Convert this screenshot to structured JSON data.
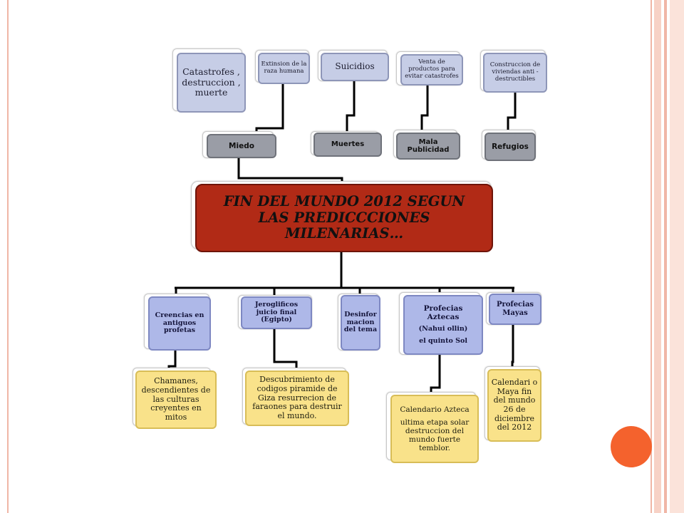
{
  "central": {
    "title": "FIN DEL MUNDO 2012 SEGUN LAS PREDICCCIONES MILENARIAS…"
  },
  "top": {
    "catastrofes": "Catastrofes , destruccion , muerte",
    "extincion": "Extinsion de la raza humana",
    "suicidios": "Suicidios",
    "venta": "Venta de productos para evitar catastrofes",
    "construccion": "Construccion de viviendas anti - destructibles",
    "miedo": "Miedo",
    "muertes": "Muertes",
    "mala_publicidad": "Mala Publicidad",
    "refugios": "Refugios"
  },
  "bottom": {
    "creencias": "Creencias en antiguos profetas",
    "jeroglificos": "Jeroglificos juicio final (Egipto)",
    "desinformacion": "Desinfor macion del tema",
    "aztecas_line1": "Profecias Aztecas",
    "aztecas_line2": "(Nahui ollin)",
    "aztecas_line3": "el quinto Sol",
    "mayas": "Profecias Mayas",
    "chamanes": "Chamanes, descendientes de las culturas creyentes en mitos",
    "codigos": "Descubrimiento de codigos piramide de Giza resurrecion de faraones para destruir el mundo.",
    "calendario_azteca_title": "Calendario Azteca",
    "calendario_azteca_body": "ultima etapa solar destruccion del mundo fuerte temblor.",
    "calendario_maya": "Calendari o Maya fin del mundo 26 de diciembre del 2012"
  },
  "colors": {
    "central": "#b12a16",
    "accent": "#f4622d",
    "border": "#f0b6a6"
  }
}
